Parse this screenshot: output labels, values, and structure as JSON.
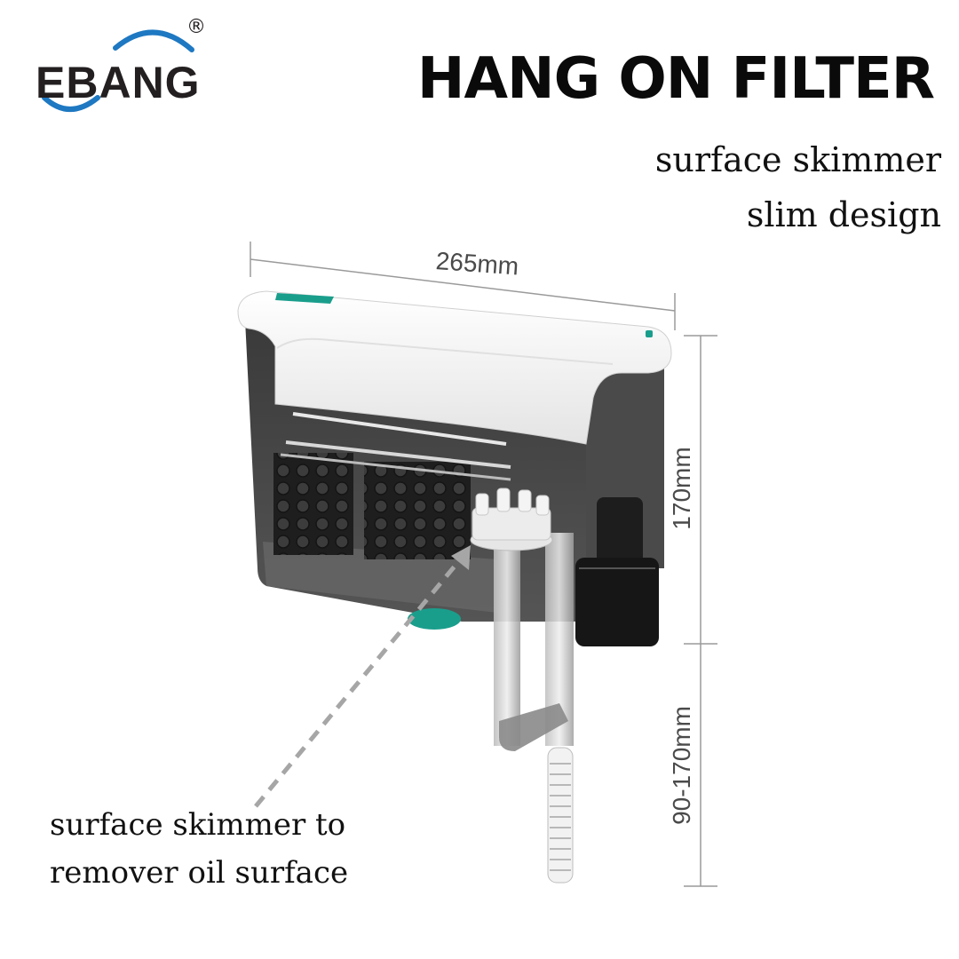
{
  "brand": {
    "logo_text": "EBANG",
    "registered_mark": "®",
    "logo_text_color": "#231f20",
    "logo_arc_color": "#1e78c2"
  },
  "header": {
    "title": "HANG ON FILTER",
    "features": [
      "surface skimmer",
      "slim design"
    ]
  },
  "dimensions": {
    "width": "265mm",
    "height": "170mm",
    "intake_length": "90-170mm"
  },
  "callout": {
    "line1": "surface skimmer to",
    "line2": "remover oil surface",
    "target": "surface-skimmer-head"
  },
  "colors": {
    "accent_teal": "#1a9e8c",
    "body_dark": "#2b2b2b",
    "lid_white": "#f2f2f2",
    "dimension_line": "#9a9a9a",
    "callout_arrow": "#a6a6a6"
  }
}
